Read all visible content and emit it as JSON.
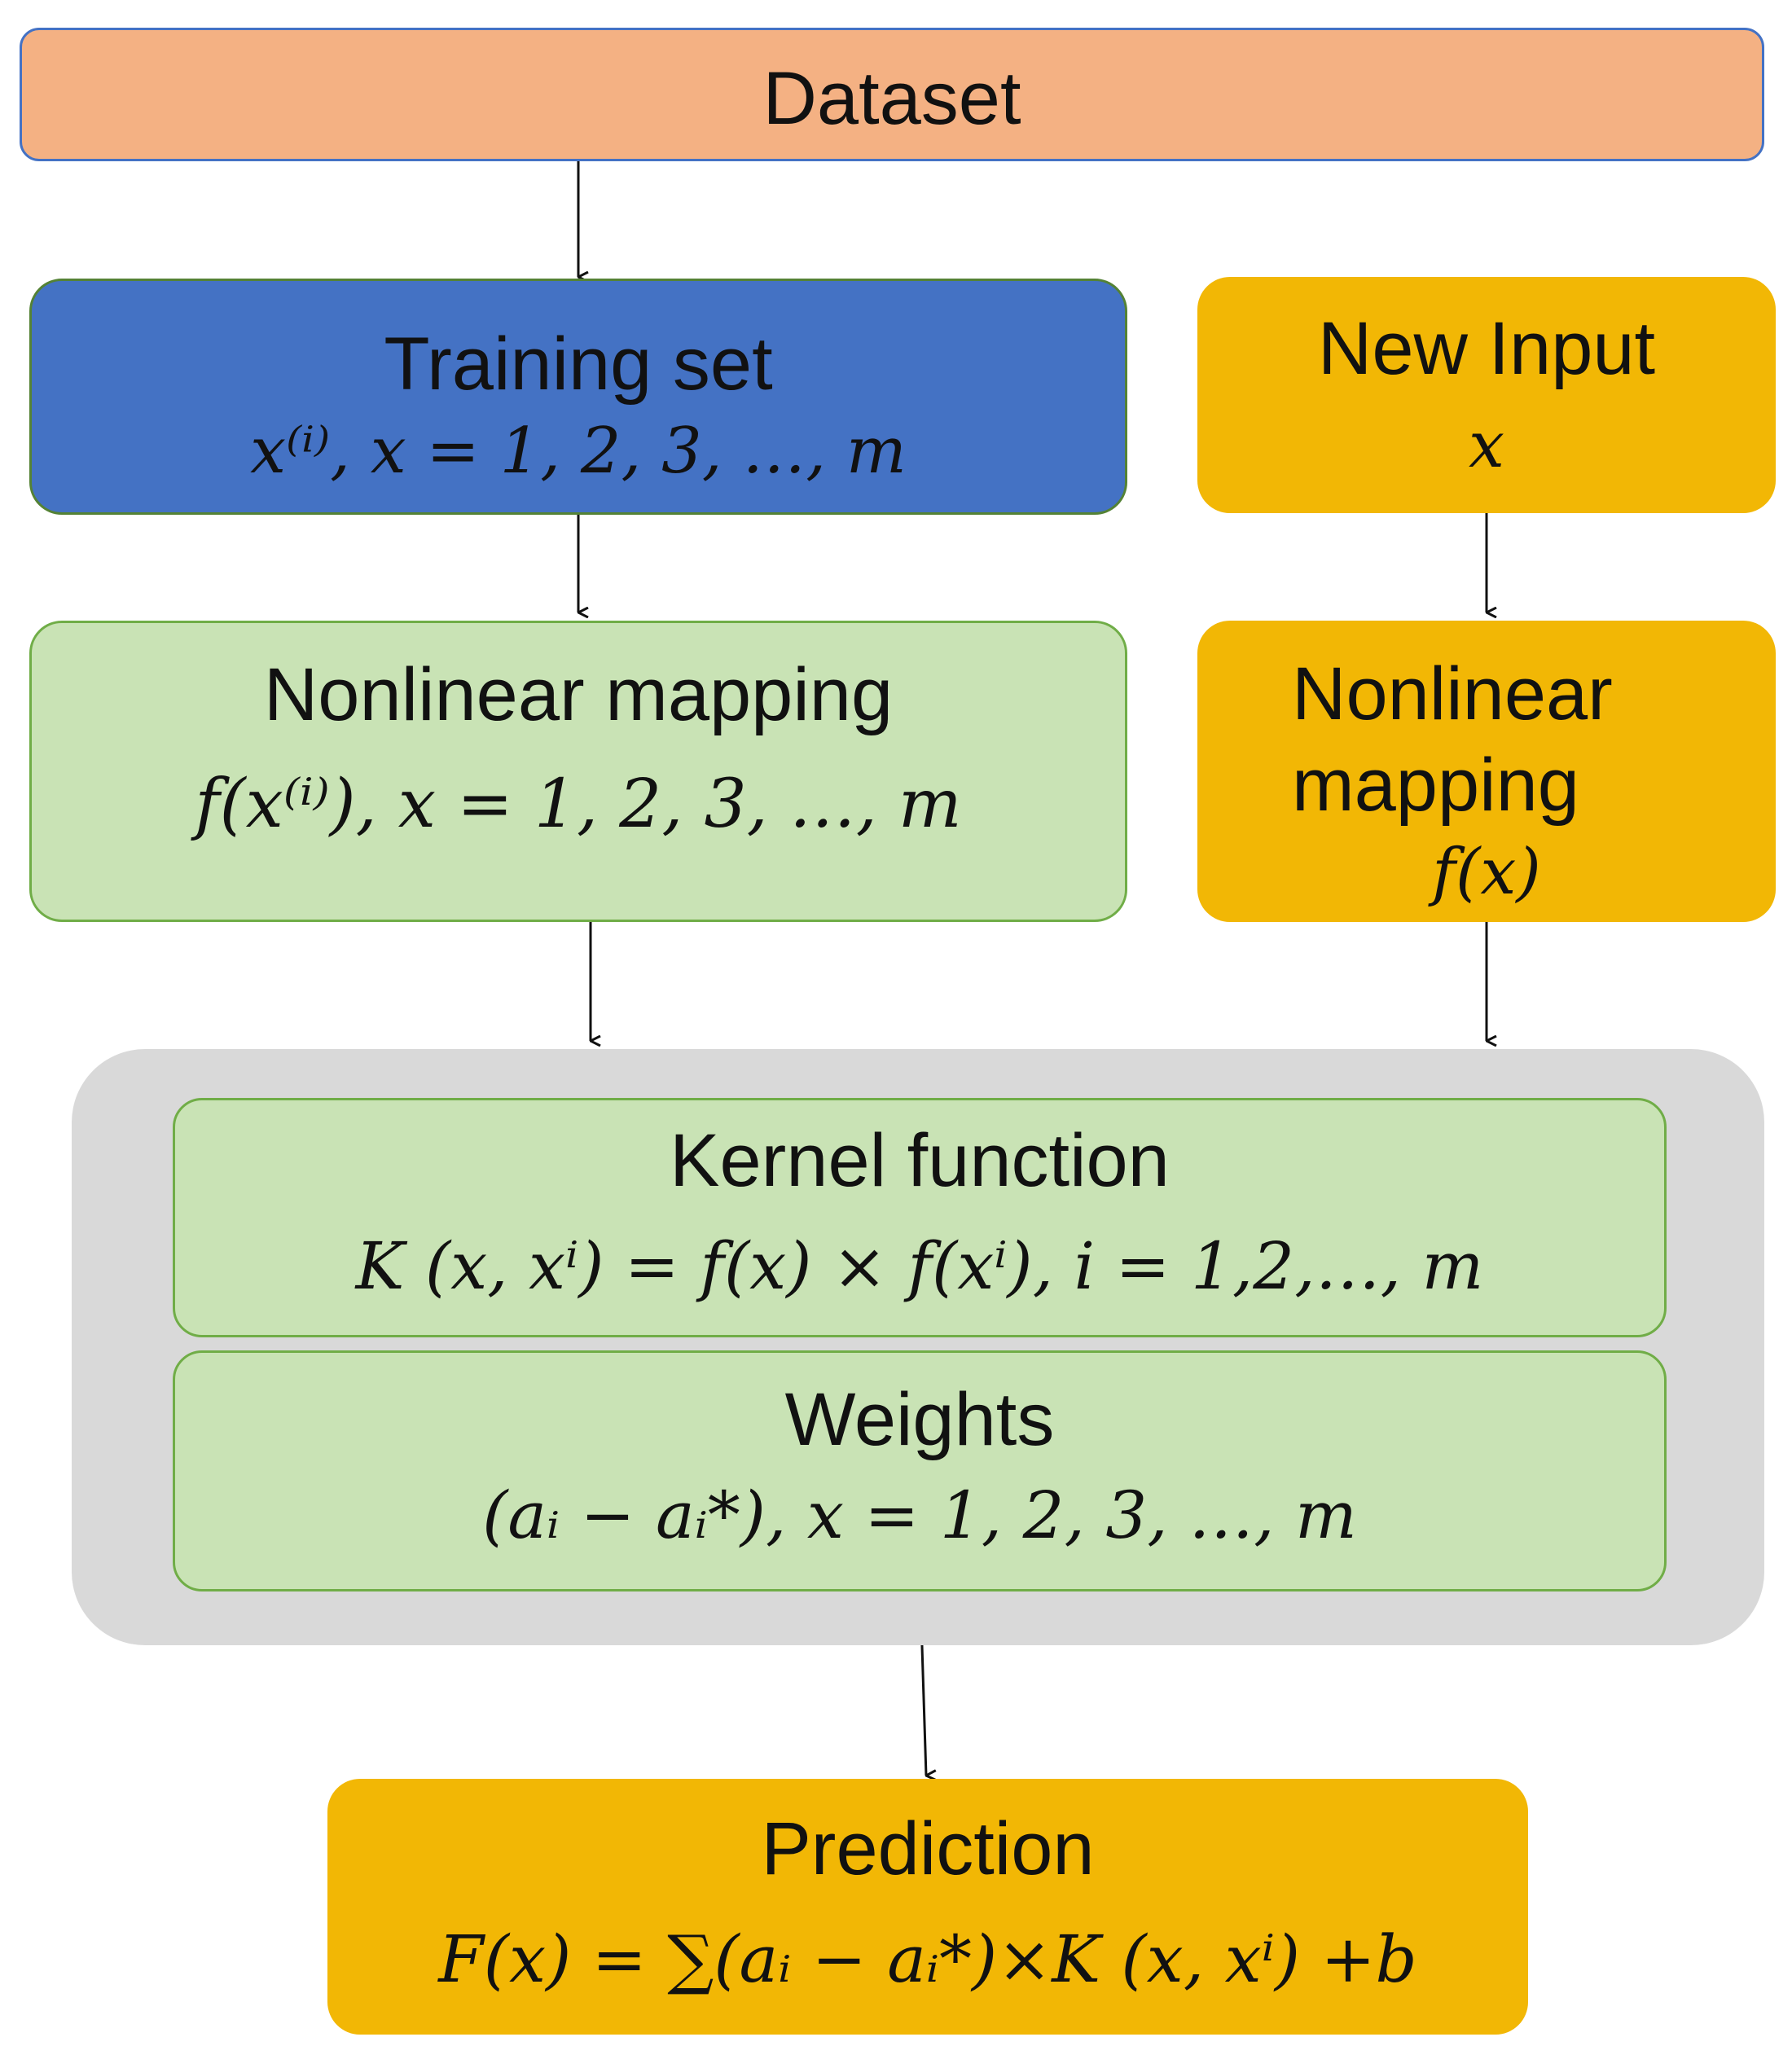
{
  "colors": {
    "dataset": "#F4B183",
    "training": "#4472C4",
    "green": "#C9E3B5",
    "orange": "#F2B705",
    "panel": "#D9D9D9"
  },
  "dataset": {
    "title": "Dataset"
  },
  "training_set": {
    "title": "Training set",
    "formula": "x⁽ⁱ⁾,  x = 1,  2,  3,  …, m"
  },
  "new_input": {
    "title": "New Input",
    "formula": "x"
  },
  "nonlinear_left": {
    "title": "Nonlinear mapping",
    "formula": "f(x⁽ⁱ⁾),  x = 1,  2,  3,  …, m"
  },
  "nonlinear_right": {
    "title_line1": "Nonlinear",
    "title_line2": "mapping",
    "formula": "f(x)"
  },
  "kernel": {
    "title": "Kernel function",
    "formula": "K  (x, xⁱ)  = f(x) × f(xⁱ), i = 1,2,…, m"
  },
  "weights": {
    "title": "Weights",
    "formula": "(aᵢ − aᵢ*),   x = 1,  2,  3,  …, m"
  },
  "prediction": {
    "title": "Prediction",
    "formula": "F(x) = ∑(aᵢ − aᵢ*)×K  (x, xⁱ) +b"
  }
}
